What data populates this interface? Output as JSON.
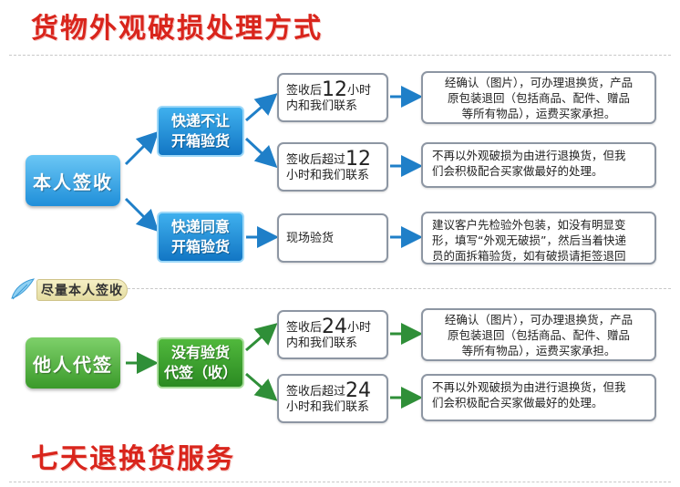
{
  "title_top": "货物外观破损处理方式",
  "title_bottom": "七天退换货服务",
  "tag": "尽量本人签收",
  "roots": {
    "self": "本人签收",
    "proxy": "他人代签"
  },
  "branches": {
    "no_open": [
      "快递不让",
      "开箱验货"
    ],
    "open": [
      "快递同意",
      "开箱验货"
    ],
    "proxy_sign": [
      "没有验货",
      "代签（收）"
    ]
  },
  "conditions": {
    "c1": {
      "pre": "签收后",
      "num": "12",
      "post": "小时",
      "line2": "内和我们联系"
    },
    "c2": {
      "pre": "签收后超过",
      "num": "12",
      "line2": "小时和我们联系"
    },
    "c3": {
      "text": "现场验货"
    },
    "c4": {
      "pre": "签收后",
      "num": "24",
      "post": "小时",
      "line2": "内和我们联系"
    },
    "c5": {
      "pre": "签收后超过",
      "num": "24",
      "line2": "小时和我们联系"
    }
  },
  "results": {
    "r1": [
      "经确认（图片），可办理退换货，产品",
      "原包装退回（包括商品、配件、赠品",
      "等所有物品），运费买家承担。"
    ],
    "r2": [
      "不再以外观破损为由进行退换货，但我",
      "们会积极配合买家做最好的处理。"
    ],
    "r3": [
      "建议客户先检验外包装，如没有明显变",
      "形，填写“外观无破损”，然后当着快递",
      "员的面拆箱验货，如有破损请拒签退回"
    ],
    "r4": [
      "经确认（图片），可办理退换货，产品",
      "原包装退回（包括商品、配件、赠品",
      "等所有物品），运费买家承担。"
    ],
    "r5": [
      "不再以外观破损为由进行退换货，但我",
      "们会积极配合买家做最好的处理。"
    ]
  },
  "colors": {
    "title": "#d9251c",
    "blue": "#1f8fd9",
    "green": "#3a9a2a",
    "arrow_blue": "#1f7fc8",
    "arrow_green": "#2f8f38"
  }
}
